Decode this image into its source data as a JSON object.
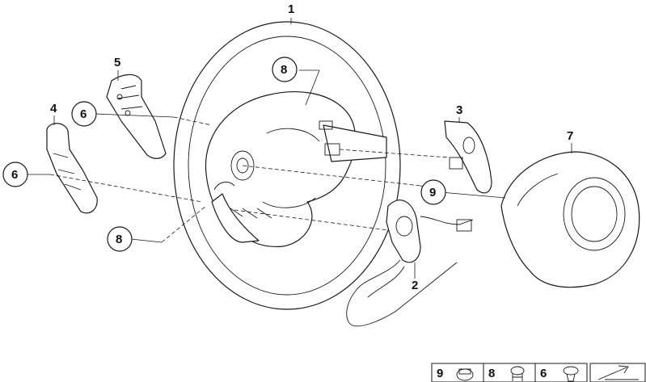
{
  "callouts": [
    {
      "id": "c1",
      "number": "1"
    },
    {
      "id": "c2",
      "number": "2"
    },
    {
      "id": "c3",
      "number": "3"
    },
    {
      "id": "c4",
      "number": "4"
    },
    {
      "id": "c5",
      "number": "5"
    },
    {
      "id": "c6a",
      "number": "6"
    },
    {
      "id": "c6b",
      "number": "6"
    },
    {
      "id": "c7",
      "number": "7"
    },
    {
      "id": "c8a",
      "number": "8"
    },
    {
      "id": "c8b",
      "number": "8"
    },
    {
      "id": "c9",
      "number": "9"
    }
  ],
  "legend": [
    {
      "number": "9",
      "icon": "nut-icon"
    },
    {
      "number": "8",
      "icon": "screw-icon"
    },
    {
      "number": "6",
      "icon": "torx-screw-icon"
    },
    {
      "number": "",
      "icon": "direction-arrow-icon"
    }
  ],
  "colors": {
    "line": "#1a1a1a",
    "background": "#ffffff"
  }
}
